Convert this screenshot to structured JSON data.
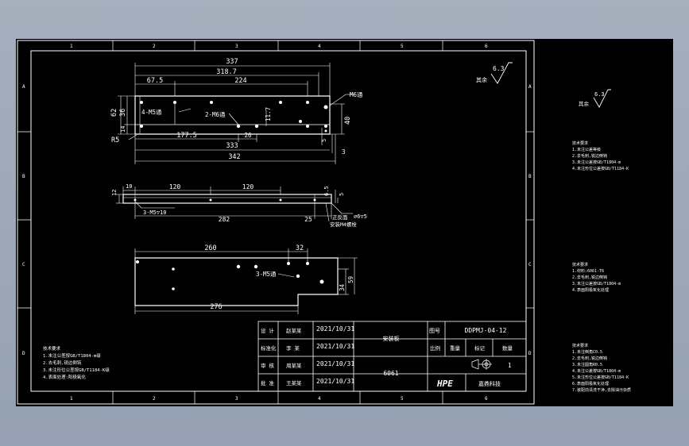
{
  "drawing": {
    "border_numbers_top": [
      "1",
      "2",
      "3",
      "4",
      "5",
      "6"
    ],
    "border_numbers_bottom": [
      "1",
      "2",
      "3",
      "4",
      "5",
      "6"
    ],
    "border_letters": [
      "A",
      "B",
      "C",
      "D"
    ],
    "top_view": {
      "dims": {
        "overall": "337",
        "inner": "318.7",
        "left_offset": "67.5",
        "mid_span": "224",
        "depth_outer": "62",
        "depth_inner": "36",
        "lip": "14",
        "mid_height": "11.7",
        "right_height": "40",
        "small": "5",
        "small_right": "3",
        "lower_left": "177.5",
        "lower_mid": "26",
        "bottom_a": "333",
        "bottom_b": "342",
        "radius": "R5"
      },
      "callouts": {
        "holes_4": "4-M5通",
        "holes_2": "2-M6通",
        "hole_m6": "M6通"
      }
    },
    "side_view": {
      "dims": {
        "thickness": "12",
        "left": "10",
        "span1": "120",
        "span2": "120",
        "right_h": "6.5",
        "right_small": "5",
        "length": "282",
        "right_offset": "25"
      },
      "callouts": {
        "holes_3": "3-M5▽10",
        "counterbore": "⌀6▽5",
        "note_a": "正反面",
        "note_b": "安装M4螺栓"
      }
    },
    "bottom_view": {
      "dims": {
        "top": "260",
        "notch": "32",
        "length": "276",
        "h1": "34",
        "h2": "59"
      },
      "callouts": {
        "holes_3": "3-M5通"
      }
    },
    "roughness": {
      "prefix": "其余",
      "value": "6.3"
    },
    "left_notes": [
      "技术要求",
      "1.未注公差按GB/T1804-m级",
      "2.去毛刺,锐边倒钝",
      "3.未注形位公差按GB/T1184-K级",
      "4.表面处理:阳极氧化"
    ],
    "title_block": {
      "rows": [
        {
          "role": "设 计",
          "name": "赵某某",
          "date": "2021/10/31"
        },
        {
          "role": "标准化",
          "name": "李 某",
          "date": "2021/10/31"
        },
        {
          "role": "审 核",
          "name": "周某某",
          "date": "2021/10/31"
        },
        {
          "role": "批 准",
          "name": "王某某",
          "date": "2021/10/31"
        }
      ],
      "part_name": "安装板",
      "material": "6061",
      "drawing_no_label": "图号",
      "drawing_no": "DDPMJ-04-12",
      "headers": [
        "比例",
        "重量",
        "标记",
        "数量"
      ],
      "quantity": "1",
      "logo": "HPE",
      "company": "嘉鼎科技"
    }
  },
  "side_panel": {
    "roughness": {
      "prefix": "其余",
      "value": "6.3"
    },
    "notes_1": [
      "技术要求",
      "1.未注公差等级",
      "2.去毛刺,锐边倒钝",
      "3.未注公差按GB/T1804-m",
      "4.未注形位公差按GB/T1184-K"
    ],
    "notes_2": [
      "技术要求",
      "1.材料:6061-T6",
      "2.去毛刺,锐边倒钝",
      "3.未注公差按GB/T1804-m",
      "4.表面阳极氧化处理"
    ],
    "notes_3": [
      "技术要求",
      "1.未注倒角C0.5",
      "2.去毛刺,锐边倒钝",
      "3.未注圆角R0.5",
      "4.未注公差按GB/T1804-m",
      "5.未注形位公差按GB/T1184-K",
      "6.表面阳极氧化处理",
      "7.装配前清洗干净,去除油污杂质"
    ]
  }
}
